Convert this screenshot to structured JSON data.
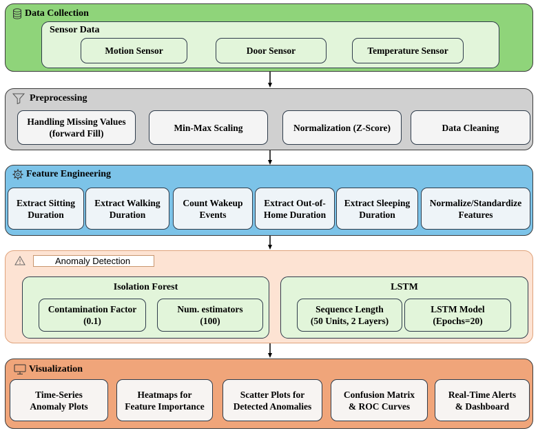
{
  "data_collection": {
    "title": "Data Collection",
    "icon": "database-icon",
    "color": "#8fd47a",
    "group": {
      "title": "Sensor Data",
      "items": [
        "Motion Sensor",
        "Door Sensor",
        "Temperature Sensor"
      ]
    }
  },
  "preprocessing": {
    "title": "Preprocessing",
    "icon": "filter-icon",
    "color": "#d0d0d0",
    "items": [
      "Handling Missing Values\n(forward Fill)",
      "Min-Max Scaling",
      "Normalization  (Z-Score)",
      "Data Cleaning"
    ]
  },
  "feature_engineering": {
    "title": "Feature Engineering",
    "icon": "gear-icon",
    "color": "#7cc3e8",
    "items": [
      "Extract Sitting\nDuration",
      "Extract Walking\nDuration",
      "Count Wakeup\nEvents",
      "Extract Out-of-\nHome Duration",
      "Extract Sleeping\nDuration",
      "Normalize/Standardize\nFeatures"
    ]
  },
  "anomaly_detection": {
    "title": "Anomaly Detection",
    "icon": "warning-icon",
    "color": "#fde3d3",
    "groups": [
      {
        "title": "Isolation Forest",
        "items": [
          "Contamination Factor\n(0.1)",
          "Num. estimators\n(100)"
        ]
      },
      {
        "title": "LSTM",
        "items": [
          "Sequence Length\n(50 Units, 2 Layers)",
          "LSTM Model\n(Epochs=20)"
        ]
      }
    ]
  },
  "visualization": {
    "title": "Visualization",
    "icon": "monitor-icon",
    "color": "#f0a57a",
    "items": [
      "Time-Series\nAnomaly Plots",
      "Heatmaps for\nFeature Importance",
      "Scatter Plots for\nDetected Anomalies",
      "Confusion Matrix\n& ROC Curves",
      "Real-Time Alerts\n& Dashboard"
    ]
  }
}
